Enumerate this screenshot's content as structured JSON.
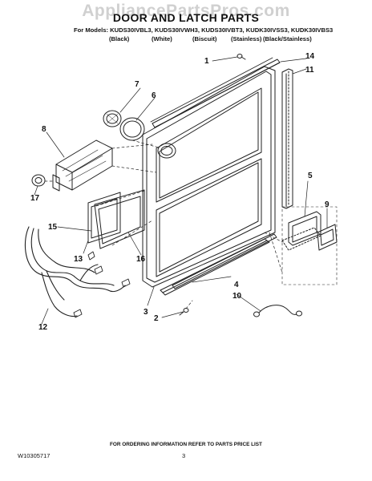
{
  "watermark": "AppliancePartsPros.com",
  "title": "DOOR AND LATCH PARTS",
  "models_line": "For Models: KUDS30IVBL3, KUDS30IVWH3, KUDS30IVBT3, KUDK30IVSS3, KUDK30IVBS3",
  "finishes": [
    "(Black)",
    "(White)",
    "(Biscuit)",
    "(Stainless)",
    "(Black/Stainless)"
  ],
  "callouts": [
    "1",
    "2",
    "3",
    "4",
    "5",
    "6",
    "7",
    "8",
    "9",
    "10",
    "11",
    "12",
    "13",
    "14",
    "15",
    "16",
    "17"
  ],
  "footer": {
    "ordering_note": "FOR ORDERING INFORMATION REFER TO PARTS PRICE LIST",
    "doc_number": "W10305717",
    "page_number": "3"
  }
}
